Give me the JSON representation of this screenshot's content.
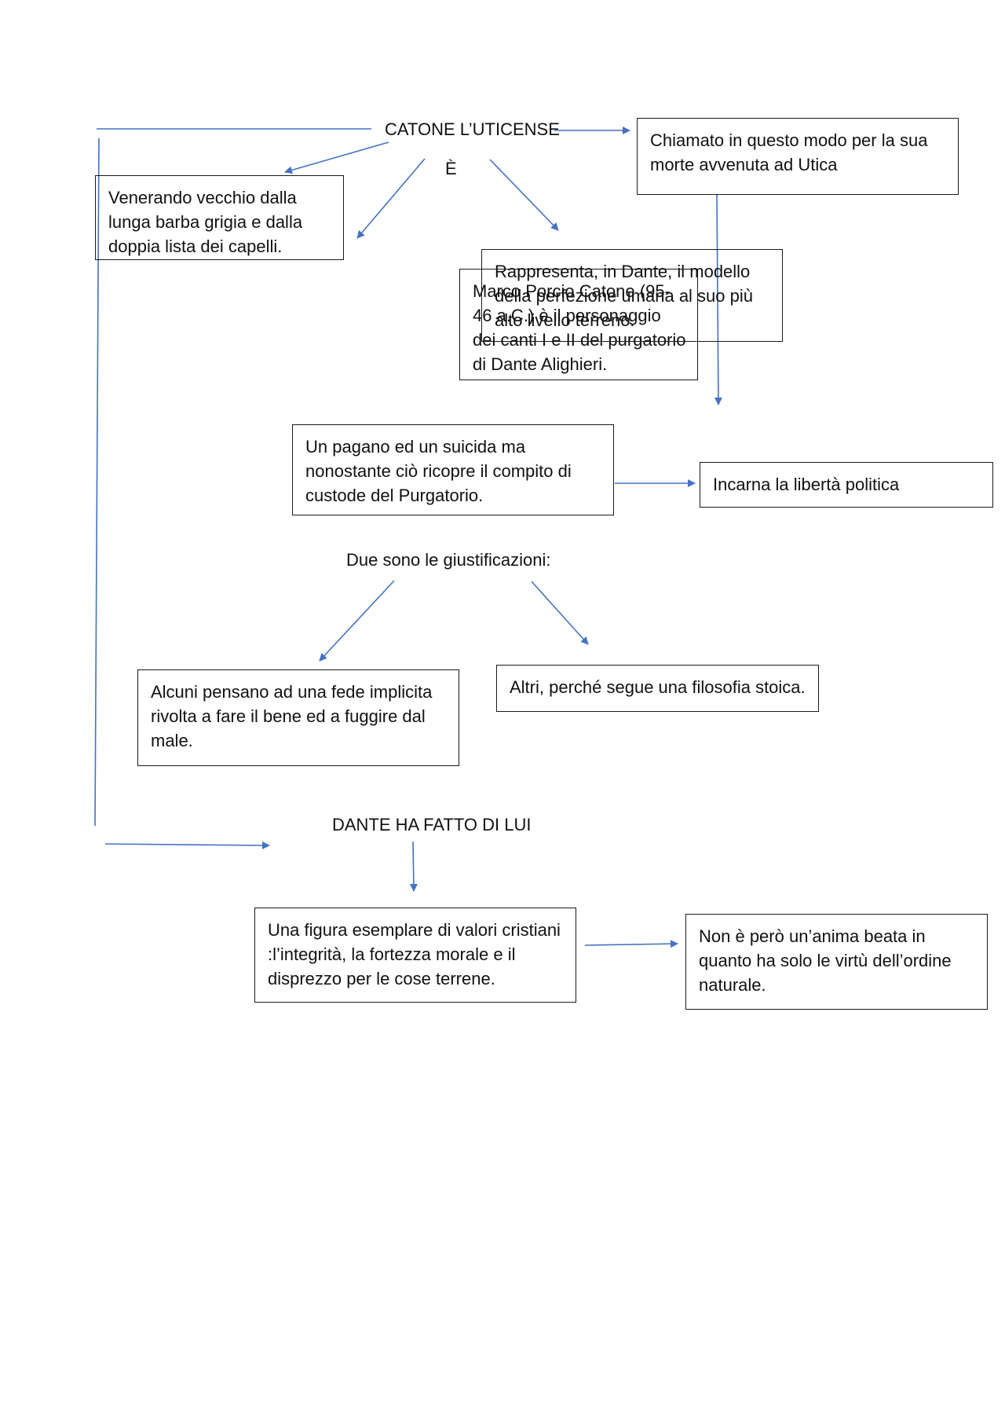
{
  "diagram": {
    "title": "CATONE L’UTICENSE",
    "connector_word": "È",
    "accent_color": "#4472c4",
    "boxes": {
      "venerando": "Venerando vecchio dalla lunga barba grigia e dalla doppia lista dei capelli.",
      "chiamato": "Chiamato in questo modo per la sua morte avvenuta ad Utica",
      "marco": "Marco Porcio Catone (95-46 a.C.) è il personaggio dei canti I e II del purgatorio di Dante Alighieri.",
      "rappresenta": "Rappresenta, in Dante, il modello della perfezione umana al suo più alto livello terreno.",
      "pagano": "Un pagano ed un suicida ma nonostante ciò ricopre il compito di custode del Purgatorio.",
      "liberta": "Incarna la libertà politica",
      "alcuni": "Alcuni pensano ad una fede implicita rivolta a fare il bene ed a fuggire dal male.",
      "altri": "Altri, perché segue una filosofia stoica.",
      "figura": "Una figura esemplare di valori cristiani :l’integrità, la fortezza morale e il disprezzo per le cose terrene.",
      "non_beata": "Non è però un’anima beata in quanto ha solo le virtù dell’ordine naturale."
    },
    "labels": {
      "giustificazioni": "Due sono le giustificazioni:",
      "dante_ha_fatto": "DANTE HA FATTO DI LUI"
    }
  }
}
